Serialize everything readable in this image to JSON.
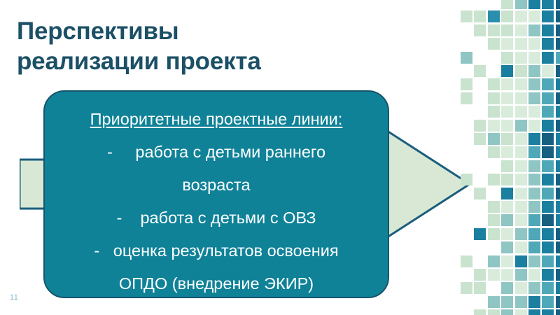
{
  "slide": {
    "title": "Перспективы\nреализации проекта",
    "page_number": "11",
    "background_color": "#ffffff",
    "title_color": "#1b5066"
  },
  "callout": {
    "fill_color": "#0f8298",
    "border_color": "#15556b",
    "text_color": "#ffffff",
    "lines": [
      {
        "text": "Приоритетные проектные линии:",
        "underlined": true
      },
      {
        "text": "-     работа с детьми раннего",
        "underlined": false
      },
      {
        "text": "возраста",
        "underlined": false
      },
      {
        "text": "-    работа с детьми с ОВЗ",
        "underlined": false
      },
      {
        "text": "-   оценка результатов освоения",
        "underlined": false
      },
      {
        "text": "ОПДО (внедрение ЭКИР)",
        "underlined": false
      }
    ]
  },
  "arrow": {
    "fill_color": "#d8e8d4",
    "border_color": "#1b5e7e",
    "direction": "right"
  },
  "mosaic": {
    "tile_size": 17,
    "pitch": 19.4,
    "columns": 7,
    "rows": 24,
    "palette": {
      "pale_green": "#d9ecdc",
      "sage_green": "#c9e3cf",
      "soft_teal": "#8fc6c4",
      "mid_teal": "#4fa8b8",
      "teal": "#2a8fad",
      "deep_teal": "#1b7fa0",
      "navy_teal": "#165f80",
      "dark_navy": "#124c68",
      "empty": "none"
    },
    "grid": [
      [
        "none",
        "none",
        "none",
        "sage_green",
        "soft_teal",
        "deep_teal",
        "deep_teal",
        "navy_teal",
        "dark_navy"
      ],
      [
        "sage_green",
        "sage_green",
        "teal",
        "sage_green",
        "pale_green",
        "pale_green",
        "deep_teal",
        "navy_teal",
        "dark_navy"
      ],
      [
        "none",
        "sage_green",
        "sage_green",
        "sage_green",
        "pale_green",
        "soft_teal",
        "deep_teal",
        "navy_teal",
        "dark_navy"
      ],
      [
        "none",
        "none",
        "sage_green",
        "pale_green",
        "pale_green",
        "pale_green",
        "deep_teal",
        "navy_teal",
        "navy_teal"
      ],
      [
        "soft_teal",
        "none",
        "none",
        "sage_green",
        "pale_green",
        "pale_green",
        "deep_teal",
        "mid_teal",
        "navy_teal"
      ],
      [
        "none",
        "sage_green",
        "none",
        "deep_teal",
        "sage_green",
        "soft_teal",
        "pale_green",
        "navy_teal",
        "dark_navy"
      ],
      [
        "sage_green",
        "none",
        "sage_green",
        "pale_green",
        "pale_green",
        "soft_teal",
        "mid_teal",
        "deep_teal",
        "navy_teal"
      ],
      [
        "sage_green",
        "none",
        "sage_green",
        "pale_green",
        "pale_green",
        "soft_teal",
        "mid_teal",
        "navy_teal",
        "dark_navy"
      ],
      [
        "none",
        "none",
        "sage_green",
        "pale_green",
        "pale_green",
        "pale_green",
        "mid_teal",
        "deep_teal",
        "navy_teal"
      ],
      [
        "none",
        "sage_green",
        "pale_green",
        "pale_green",
        "soft_teal",
        "pale_green",
        "deep_teal",
        "navy_teal",
        "dark_navy"
      ],
      [
        "none",
        "sage_green",
        "soft_teal",
        "sage_green",
        "pale_green",
        "deep_teal",
        "navy_teal",
        "deep_teal",
        "navy_teal"
      ],
      [
        "none",
        "none",
        "sage_green",
        "pale_green",
        "pale_green",
        "mid_teal",
        "navy_teal",
        "deep_teal",
        "dark_navy"
      ],
      [
        "none",
        "none",
        "none",
        "sage_green",
        "pale_green",
        "soft_teal",
        "mid_teal",
        "deep_teal",
        "navy_teal"
      ],
      [
        "sage_green",
        "none",
        "sage_green",
        "sage_green",
        "pale_green",
        "soft_teal",
        "deep_teal",
        "navy_teal",
        "dark_navy"
      ],
      [
        "none",
        "sage_green",
        "none",
        "deep_teal",
        "pale_green",
        "soft_teal",
        "mid_teal",
        "navy_teal",
        "navy_teal"
      ],
      [
        "none",
        "none",
        "sage_green",
        "pale_green",
        "pale_green",
        "soft_teal",
        "deep_teal",
        "deep_teal",
        "dark_navy"
      ],
      [
        "none",
        "none",
        "sage_green",
        "soft_teal",
        "pale_green",
        "mid_teal",
        "navy_teal",
        "deep_teal",
        "navy_teal"
      ],
      [
        "none",
        "deep_teal",
        "sage_green",
        "pale_green",
        "soft_teal",
        "mid_teal",
        "deep_teal",
        "navy_teal",
        "dark_navy"
      ],
      [
        "none",
        "none",
        "none",
        "soft_teal",
        "pale_green",
        "mid_teal",
        "deep_teal",
        "navy_teal",
        "navy_teal"
      ],
      [
        "sage_green",
        "none",
        "soft_teal",
        "pale_green",
        "deep_teal",
        "soft_teal",
        "mid_teal",
        "deep_teal",
        "dark_navy"
      ],
      [
        "none",
        "sage_green",
        "pale_green",
        "pale_green",
        "soft_teal",
        "pale_green",
        "deep_teal",
        "navy_teal",
        "navy_teal"
      ],
      [
        "sage_green",
        "sage_green",
        "none",
        "soft_teal",
        "pale_green",
        "soft_teal",
        "mid_teal",
        "deep_teal",
        "dark_navy"
      ],
      [
        "none",
        "none",
        "soft_teal",
        "soft_teal",
        "soft_teal",
        "deep_teal",
        "mid_teal",
        "navy_teal",
        "navy_teal"
      ],
      [
        "none",
        "sage_green",
        "sage_green",
        "soft_teal",
        "pale_green",
        "deep_teal",
        "deep_teal",
        "navy_teal",
        "dark_navy"
      ]
    ]
  }
}
